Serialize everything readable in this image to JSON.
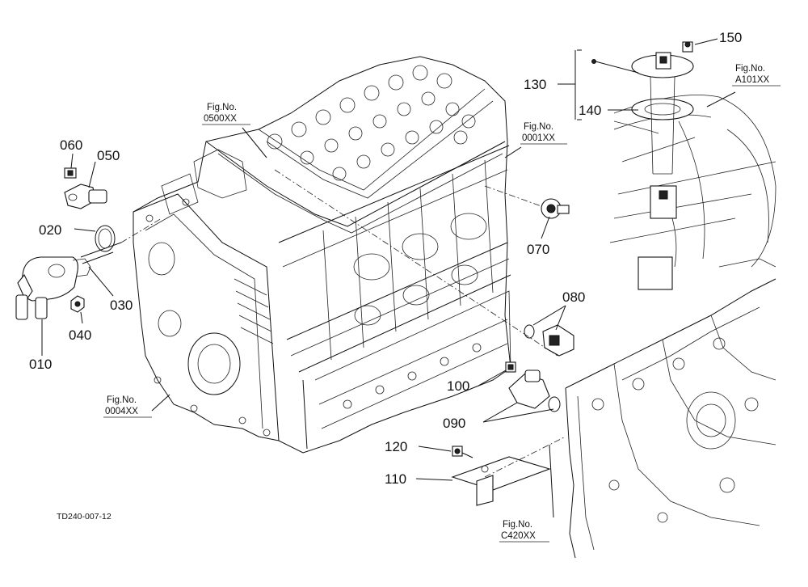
{
  "callouts": {
    "p010": "010",
    "p020": "020",
    "p030": "030",
    "p040": "040",
    "p050": "050",
    "p060": "060",
    "p070": "070",
    "p080": "080",
    "p090": "090",
    "p100": "100",
    "p110": "110",
    "p120": "120",
    "p130": "130",
    "p140": "140",
    "p150": "150"
  },
  "figure_refs": {
    "head": {
      "label": "Fig.No.",
      "code": "0500XX"
    },
    "block": {
      "label": "Fig.No.",
      "code": "0001XX"
    },
    "gearcase": {
      "label": "Fig.No.",
      "code": "0004XX"
    },
    "tank": {
      "label": "Fig.No.",
      "code": "A101XX"
    },
    "frame": {
      "label": "Fig.No.",
      "code": "C420XX"
    }
  },
  "drawing_code": "TD240-007-12"
}
